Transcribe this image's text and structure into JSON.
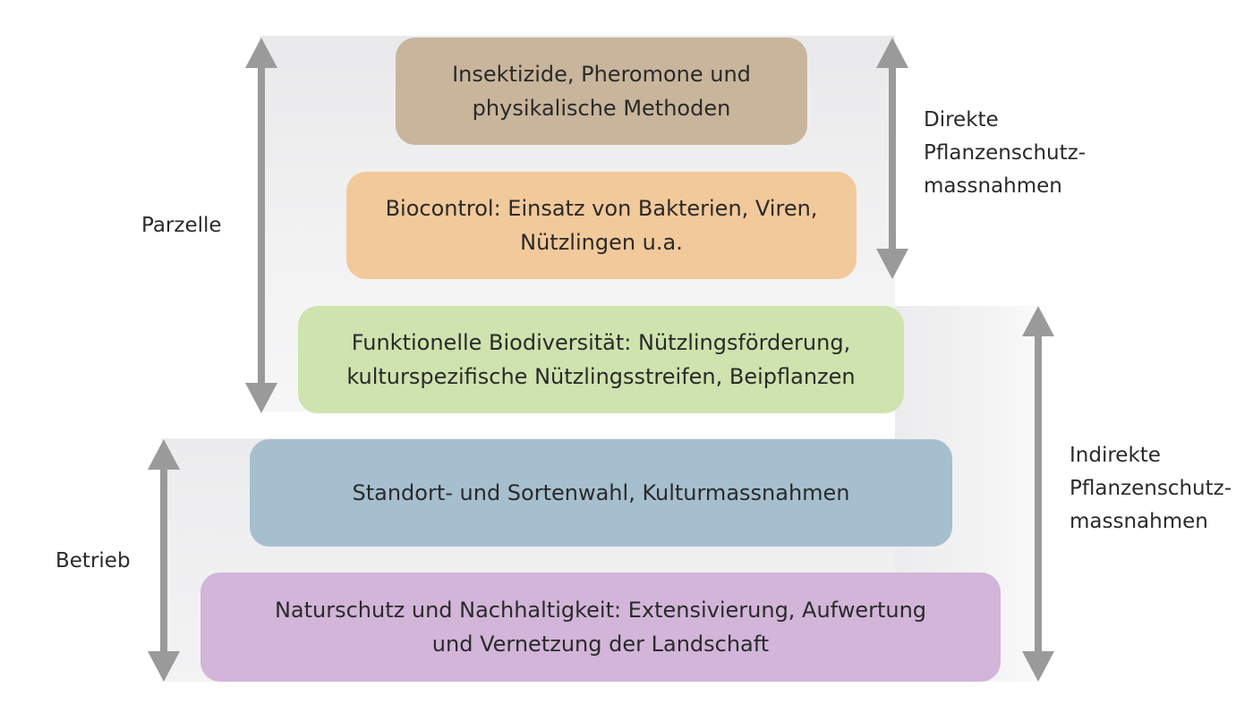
{
  "boxes": [
    {
      "text": "Insektizide, Pheromone und\nphysikalische Methoden",
      "color": "#c8b59b"
    },
    {
      "text": "Biocontrol: Einsatz von Bakterien, Viren,\nNützlingen u.a.",
      "color": "#f2c99a"
    },
    {
      "text": "Funktionelle Biodiversität: Nützlingsförderung,\nkulturspezifische Nützlingsstreifen, Beipflanzen",
      "color": "#cfe3ae"
    },
    {
      "text": "Standort- und Sortenwahl, Kulturmassnahmen",
      "color": "#a6bfcf"
    },
    {
      "text": "Naturschutz und Nachhaltigkeit: Extensivierung, Aufwertung\nund Vernetzung der Landschaft",
      "color": "#d2b5d9"
    }
  ],
  "scope_labels": {
    "parzelle": "Parzelle",
    "betrieb": "Betrieb"
  },
  "measure_labels": {
    "direkt": "Direkte\nPflanzenschutz-\nmassnahmen",
    "indirekt": "Indirekte\nPflanzenschutz-\nmassnahmen"
  },
  "colors": {
    "arrow": "#9a9a9a",
    "band": "#eeeeef",
    "text": "#2a2a2a"
  },
  "icons": [
    "double-arrow-vertical"
  ]
}
